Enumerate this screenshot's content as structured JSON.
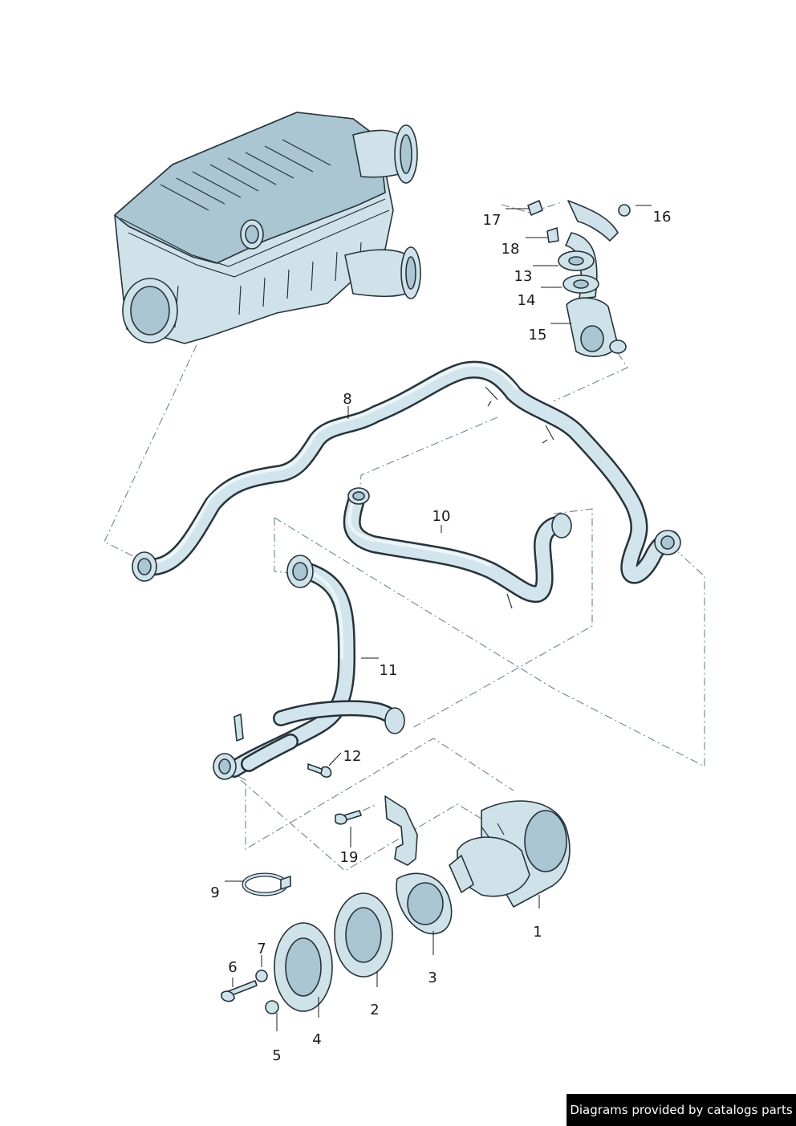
{
  "callouts": [
    {
      "id": "1",
      "text": "1"
    },
    {
      "id": "2",
      "text": "2"
    },
    {
      "id": "3",
      "text": "3"
    },
    {
      "id": "4",
      "text": "4"
    },
    {
      "id": "5",
      "text": "5"
    },
    {
      "id": "6",
      "text": "6"
    },
    {
      "id": "7",
      "text": "7"
    },
    {
      "id": "8",
      "text": "8"
    },
    {
      "id": "9",
      "text": "9"
    },
    {
      "id": "10",
      "text": "10"
    },
    {
      "id": "11",
      "text": "11"
    },
    {
      "id": "12",
      "text": "12"
    },
    {
      "id": "13",
      "text": "13"
    },
    {
      "id": "14",
      "text": "14"
    },
    {
      "id": "15",
      "text": "15"
    },
    {
      "id": "16",
      "text": "16"
    },
    {
      "id": "17",
      "text": "17"
    },
    {
      "id": "18",
      "text": "18"
    },
    {
      "id": "19",
      "text": "19"
    }
  ],
  "footer": {
    "credit": "Diagrams provided by catalogs parts"
  },
  "colors": {
    "part_fill": "#cfe2ea",
    "outline": "#27323a",
    "dash_line": "#6d8590",
    "footer_bg": "#000000"
  }
}
